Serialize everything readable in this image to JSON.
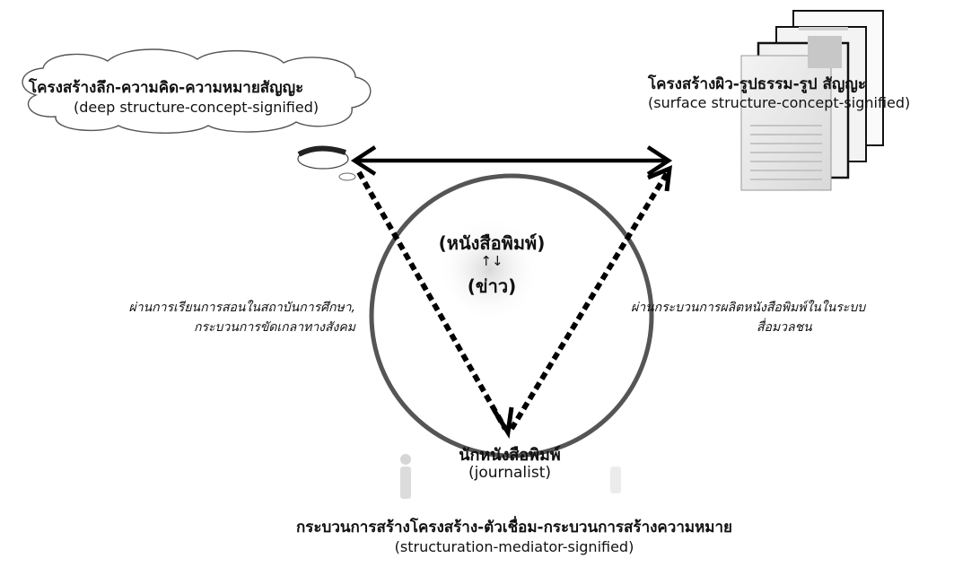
{
  "deep": {
    "thai": "โครงสร้างลึก-ความคิด-ความหมายสัญญะ",
    "english": "(deep structure-concept-signified)"
  },
  "surface": {
    "thai": "โครงสร้างผิว-รูปธรรม-รูป สัญญะ",
    "english": "(surface structure-concept-signified)"
  },
  "center": {
    "newspaper": "(หนังสือพิมพ์)",
    "arrows": "↑↓",
    "news": "(ข่าว)"
  },
  "left_note": {
    "line1": "ผ่านการเรียนการสอนในสถาบันการศึกษา,",
    "line2": "กระบวนการขัดเกลาทางสังคม"
  },
  "right_note": {
    "line1": "ผ่านกระบวนการผลิตหนังสือพิมพ์ในในระบบ",
    "line2": "สื่อมวลชน"
  },
  "journalist": {
    "thai": "นักหนังสือพิมพ์",
    "english": "(journalist)"
  },
  "bottom": {
    "thai": "กระบวนการสร้างโครงสร้าง-ตัวเชื่อม-กระบวนการสร้างความหมาย",
    "english": "(structuration-mediator-signified)"
  }
}
